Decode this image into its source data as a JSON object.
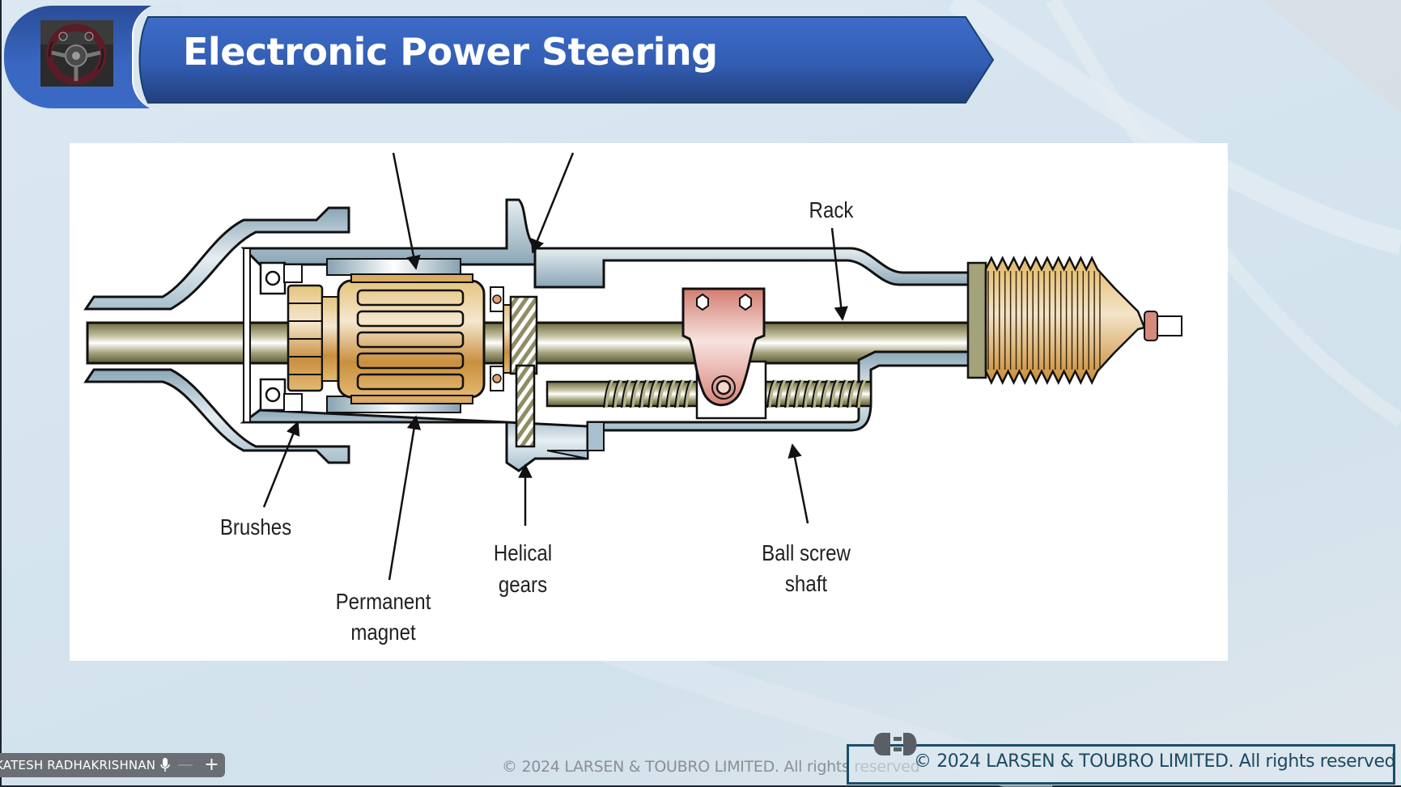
{
  "slide": {
    "title": "Electronic Power Steering",
    "logo_icon": "steering-wheel-photo",
    "footer_copyright": "© 2024 LARSEN & TOUBRO LIMITED. All rights reserved",
    "watermark_copyright": "© 2024 LARSEN & TOUBRO LIMITED. All rights reserved",
    "watermark_icon": "plug-icon"
  },
  "diagram": {
    "subject": "Electric power steering rack with ball screw drive",
    "labels": {
      "rack": "Rack",
      "brushes": "Brushes",
      "permanent_magnet_line1": "Permanent",
      "permanent_magnet_line2": "magnet",
      "helical_gears_line1": "Helical",
      "helical_gears_line2": "gears",
      "ball_screw_line1": "Ball screw",
      "ball_screw_line2": "shaft"
    },
    "colors": {
      "housing": "#a9bfcb",
      "shaft": "#8c8a5c",
      "armature": "#d7a75a",
      "ball_nut": "#d8978a",
      "boot": "#d6a452",
      "outline": "#1a1a1a"
    }
  },
  "participant_bar": {
    "name": "KATESH RADHAKRISHNAN",
    "mic_icon": "microphone-icon",
    "minus_icon": "minimize-icon",
    "plus_icon": "add-icon"
  },
  "theme": {
    "banner_blue": "#3a67c2",
    "banner_dark": "#24417f",
    "box_border": "#184f68"
  }
}
